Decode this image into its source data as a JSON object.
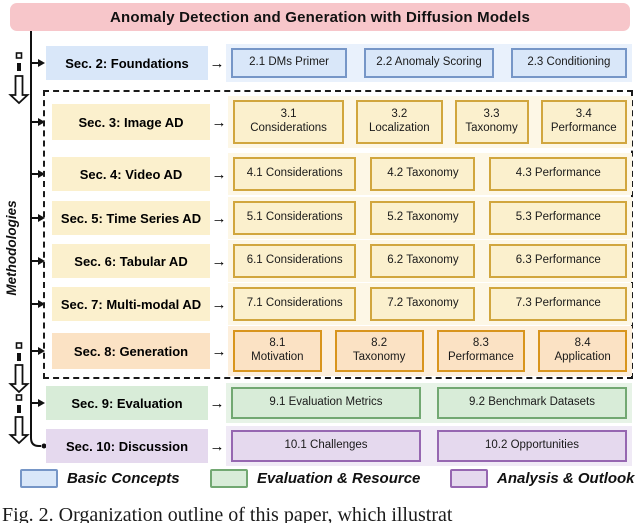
{
  "title": "Anomaly Detection and Generation with Diffusion Models",
  "methodologies_label": "Methodologies",
  "sections": [
    {
      "label": "Sec. 2: Foundations",
      "theme": "blue",
      "boxes": [
        "2.1 DMs Primer",
        "2.2 Anomaly Scoring",
        "2.3 Conditioning"
      ]
    },
    {
      "label": "Sec. 3: Image AD",
      "theme": "yellow",
      "boxes": [
        "3.1\nConsiderations",
        "3.2\nLocalization",
        "3.3\nTaxonomy",
        "3.4\nPerformance"
      ]
    },
    {
      "label": "Sec. 4: Video AD",
      "theme": "yellow",
      "boxes": [
        "4.1 Considerations",
        "4.2 Taxonomy",
        "4.3 Performance"
      ]
    },
    {
      "label": "Sec. 5: Time Series AD",
      "theme": "yellow",
      "boxes": [
        "5.1 Considerations",
        "5.2 Taxonomy",
        "5.3 Performance"
      ]
    },
    {
      "label": "Sec. 6: Tabular AD",
      "theme": "yellow",
      "boxes": [
        "6.1 Considerations",
        "6.2 Taxonomy",
        "6.3 Performance"
      ]
    },
    {
      "label": "Sec. 7: Multi-modal AD",
      "theme": "yellow",
      "boxes": [
        "7.1 Considerations",
        "7.2 Taxonomy",
        "7.3 Performance"
      ]
    },
    {
      "label": "Sec. 8: Generation",
      "theme": "orange",
      "boxes": [
        "8.1\nMotivation",
        "8.2\nTaxonomy",
        "8.3\nPerformance",
        "8.4\nApplication"
      ]
    },
    {
      "label": "Sec. 9: Evaluation",
      "theme": "green",
      "boxes": [
        "9.1 Evaluation Metrics",
        "9.2 Benchmark Datasets"
      ]
    },
    {
      "label": "Sec. 10: Discussion",
      "theme": "purple",
      "boxes": [
        "10.1 Challenges",
        "10.2 Opportunities"
      ]
    }
  ],
  "arrow_glyph": "→",
  "legend": [
    {
      "label": "Basic Concepts",
      "theme": "blue"
    },
    {
      "label": "Evaluation & Resource",
      "theme": "green"
    },
    {
      "label": "Analysis & Outlook",
      "theme": "purple"
    }
  ],
  "caption": "Fig. 2. Organization outline of this paper, which illustrat",
  "colors": {
    "title-bg": "#f7c6ca",
    "blue-bg": "#d9e7f9",
    "blue-strip": "#e9f1fc",
    "blue-border": "#7696c7",
    "yellow-bg": "#fbf0cd",
    "yellow-strip": "#fdf7e6",
    "yellow-border": "#d1a63e",
    "orange-bg": "#fbe2c4",
    "orange-strip": "#fdefdc",
    "orange-border": "#d8951e",
    "green-bg": "#d8ecd8",
    "green-strip": "#e7f3e7",
    "green-border": "#72a872",
    "purple-bg": "#e5d9ee",
    "purple-strip": "#f0eaf6",
    "purple-border": "#9667b1",
    "line": "#111111"
  }
}
